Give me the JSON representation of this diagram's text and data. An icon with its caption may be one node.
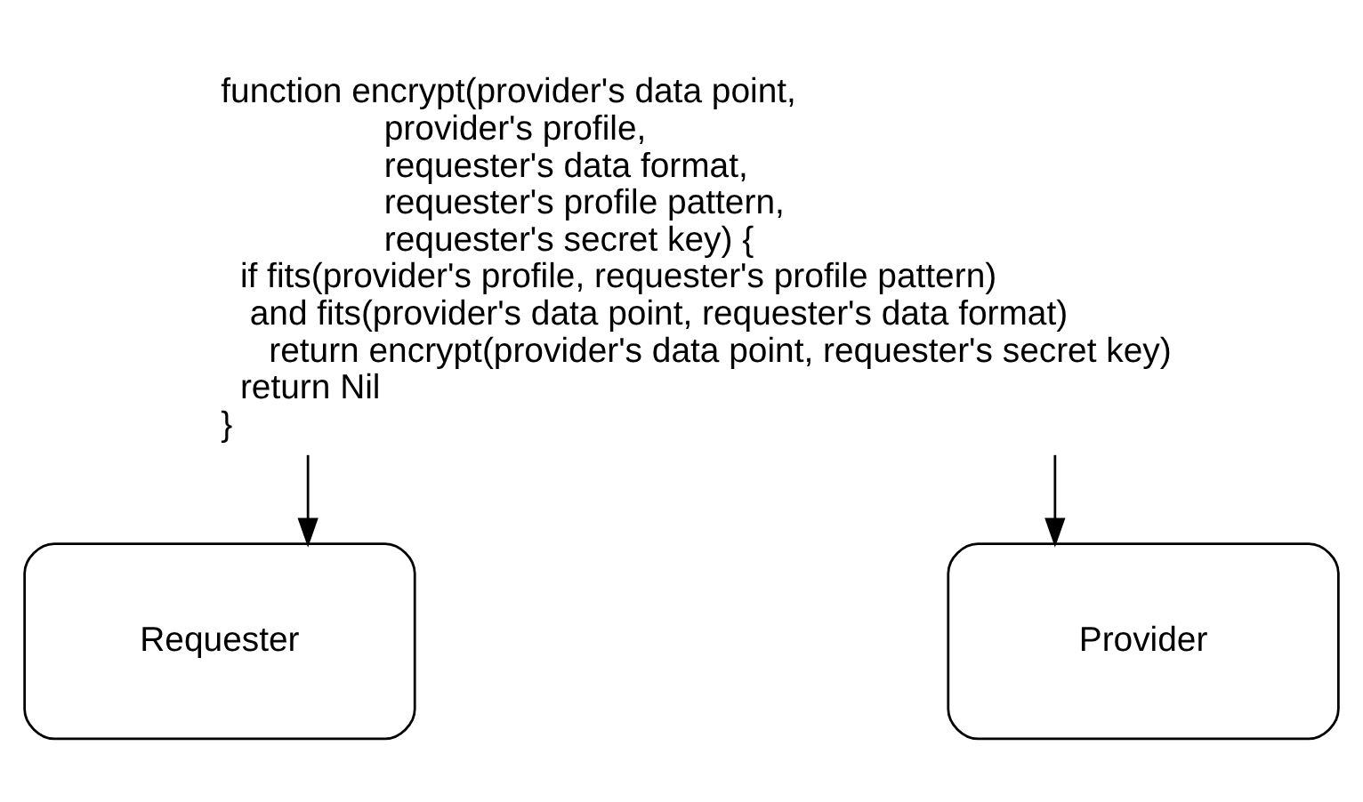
{
  "diagram": {
    "nodes": [
      {
        "text": [
          "function encrypt(provider's data point,",
          "provider's profile,",
          "requester's data format,",
          "requester's profile pattern,",
          "requester's secret key) {",
          "if fits(provider's profile, requester's profile pattern)",
          "and fits(provider's data point, requester's data format)",
          "return encrypt(provider's data point, requester's secret key)",
          "return Nil",
          "}"
        ]
      },
      {
        "text": [
          "Requester"
        ]
      },
      {
        "text": [
          "Provider"
        ]
      }
    ],
    "edges": [
      {
        "from": 0,
        "to": 1,
        "arrow": "to"
      },
      {
        "from": 0,
        "to": 2,
        "arrow": "to"
      }
    ]
  }
}
